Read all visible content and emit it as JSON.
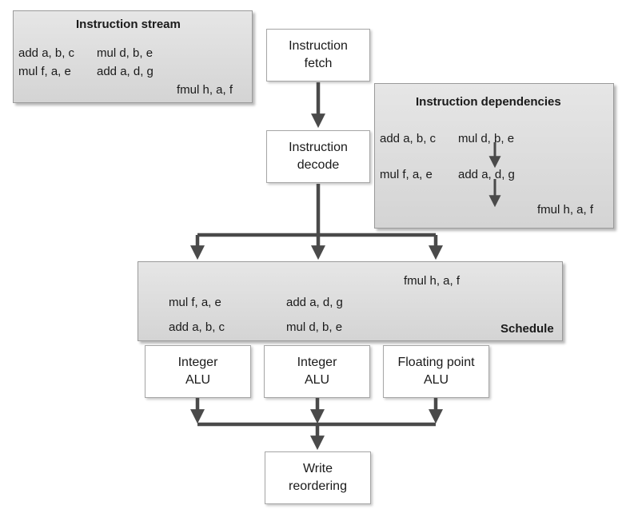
{
  "instruction_stream": {
    "title": "Instruction stream",
    "items": [
      "add a, b, c",
      "mul d, b, e",
      "mul f, a, e",
      "add a, d, g",
      "fmul h, a, f"
    ]
  },
  "fetch": {
    "line1": "Instruction",
    "line2": "fetch"
  },
  "decode": {
    "line1": "Instruction",
    "line2": "decode"
  },
  "dependencies": {
    "title": "Instruction dependencies",
    "items": [
      "add a, b, c",
      "mul d, b, e",
      "mul f, a, e",
      "add a, d, g",
      "fmul h, a, f"
    ]
  },
  "schedule": {
    "label": "Schedule",
    "items": [
      "fmul h, a, f",
      "mul f, a, e",
      "add a, d, g",
      "add a, b, c",
      "mul d, b, e"
    ]
  },
  "alus": [
    {
      "line1": "Integer",
      "line2": "ALU"
    },
    {
      "line1": "Integer",
      "line2": "ALU"
    },
    {
      "line1": "Floating point",
      "line2": "ALU"
    }
  ],
  "writeback": {
    "line1": "Write",
    "line2": "reordering"
  },
  "colors": {
    "arrow": "#4a4a4a",
    "panel": "#dcdcdc",
    "box_border": "#a6a6a6"
  }
}
